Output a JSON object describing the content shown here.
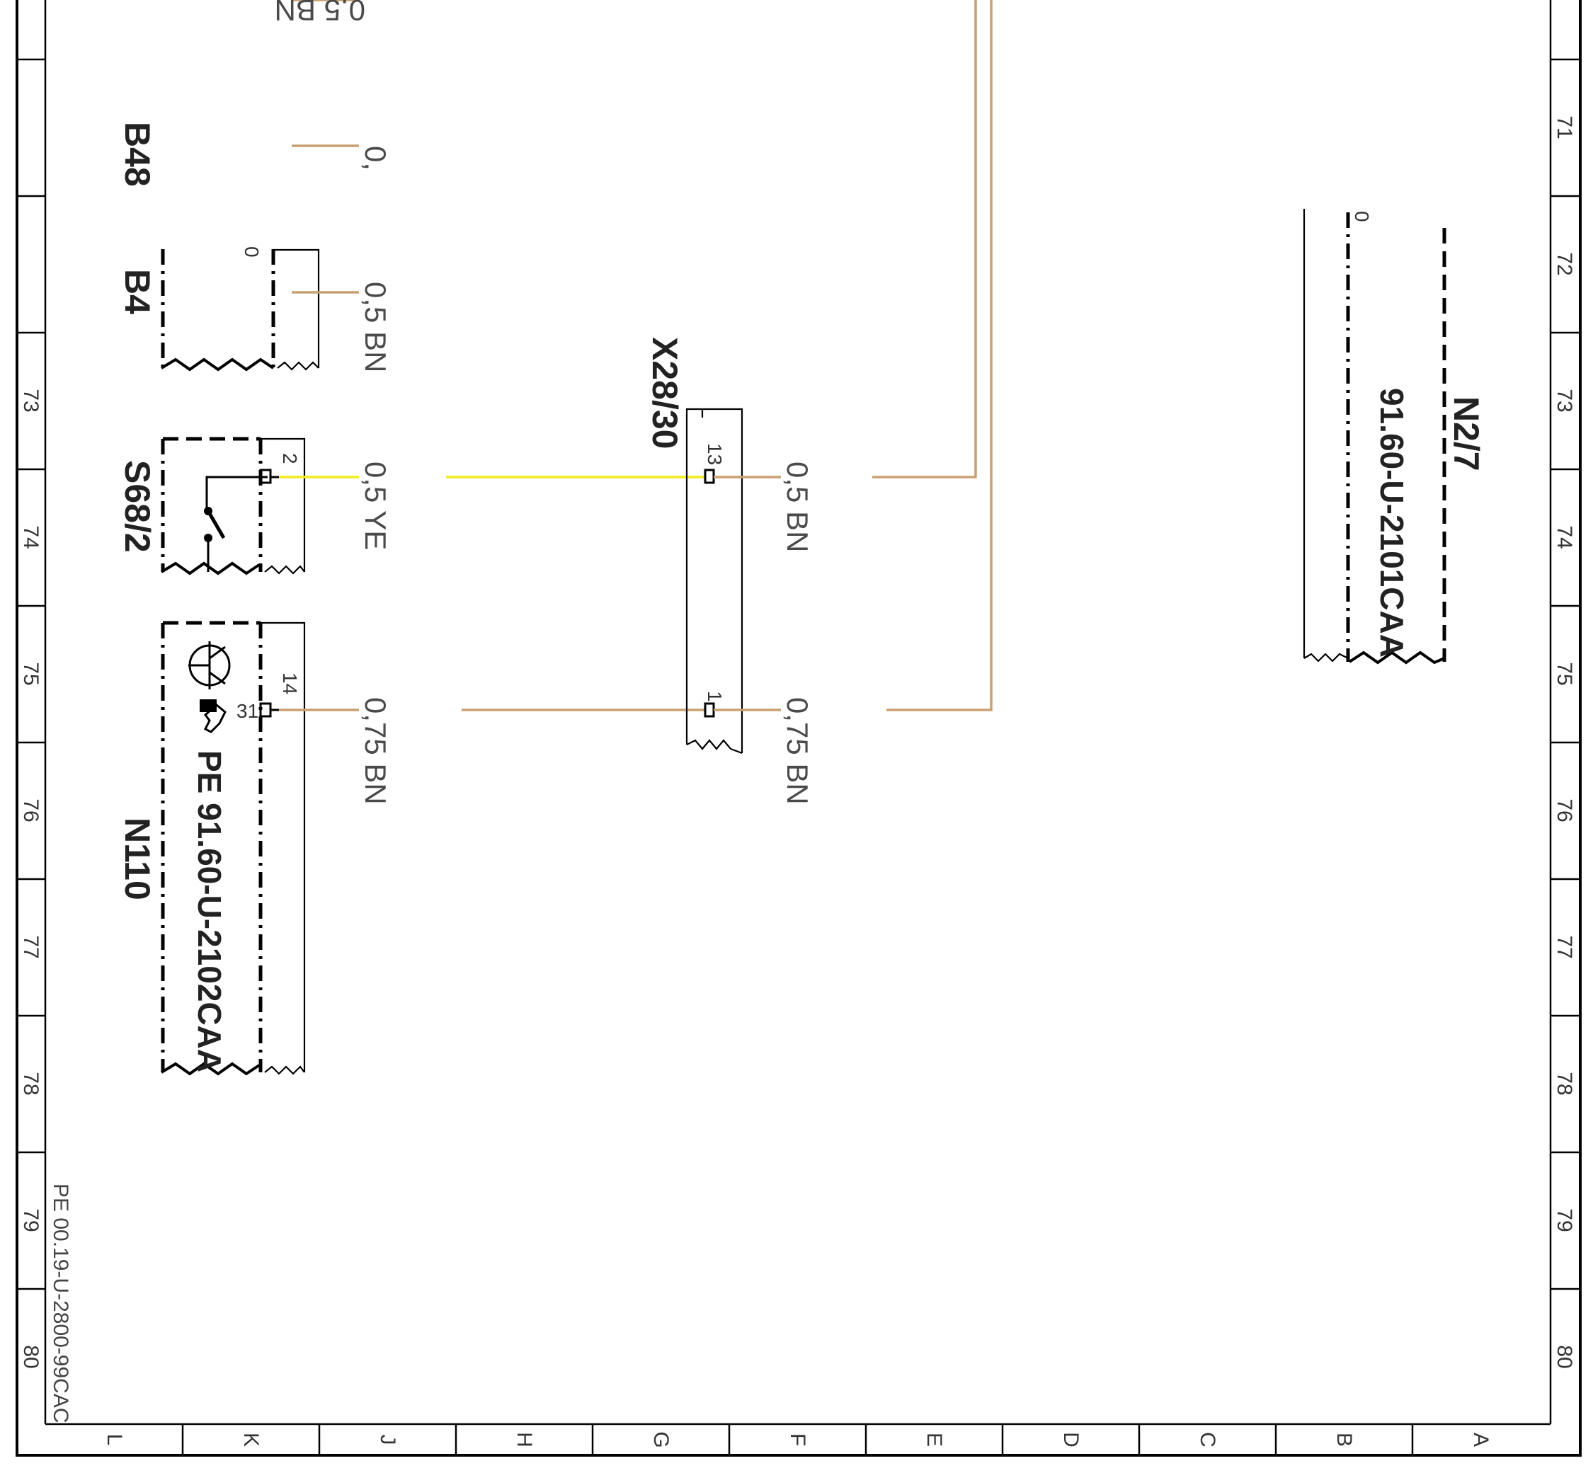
{
  "border": {
    "left_numbers": [
      "73",
      "74",
      "75",
      "76",
      "77",
      "78",
      "79",
      "80"
    ],
    "right_numbers": [
      "71",
      "72",
      "73",
      "74",
      "75",
      "76",
      "77",
      "78",
      "79",
      "80"
    ],
    "bottom_letters": [
      "L",
      "K",
      "J",
      "H",
      "G",
      "F",
      "E",
      "D",
      "C",
      "B",
      "A"
    ]
  },
  "document_id": "PE 00.19-U-2800-99CAC",
  "components": {
    "b48": "B48",
    "b4": "B4",
    "s68_2": "S68/2",
    "n110": "N110",
    "x28_30": "X28/30",
    "n2_7": "N2/7"
  },
  "part_numbers": {
    "n110": "PE 91.60-U-2102CAA",
    "n2_7": "91.60-U-2101CAA"
  },
  "pins": {
    "s68_2_pin": "2",
    "n110_pin_top": "14",
    "n110_pin_left": "31",
    "x28_pin_13": "13",
    "x28_pin_1": "1",
    "b4_marker": "0",
    "n2_7_marker": "0"
  },
  "wire_labels": {
    "top_partial": "0,5 BN",
    "b48": "0,",
    "b4": "0,5 BN",
    "s68_left": "0,5 YE",
    "s68_right": "0,5 BN",
    "n110_left": "0,75 BN",
    "n110_right": "0,75 BN"
  },
  "colors": {
    "wire_brown": "#c8a172",
    "wire_yellow": "#f0ee1a"
  }
}
